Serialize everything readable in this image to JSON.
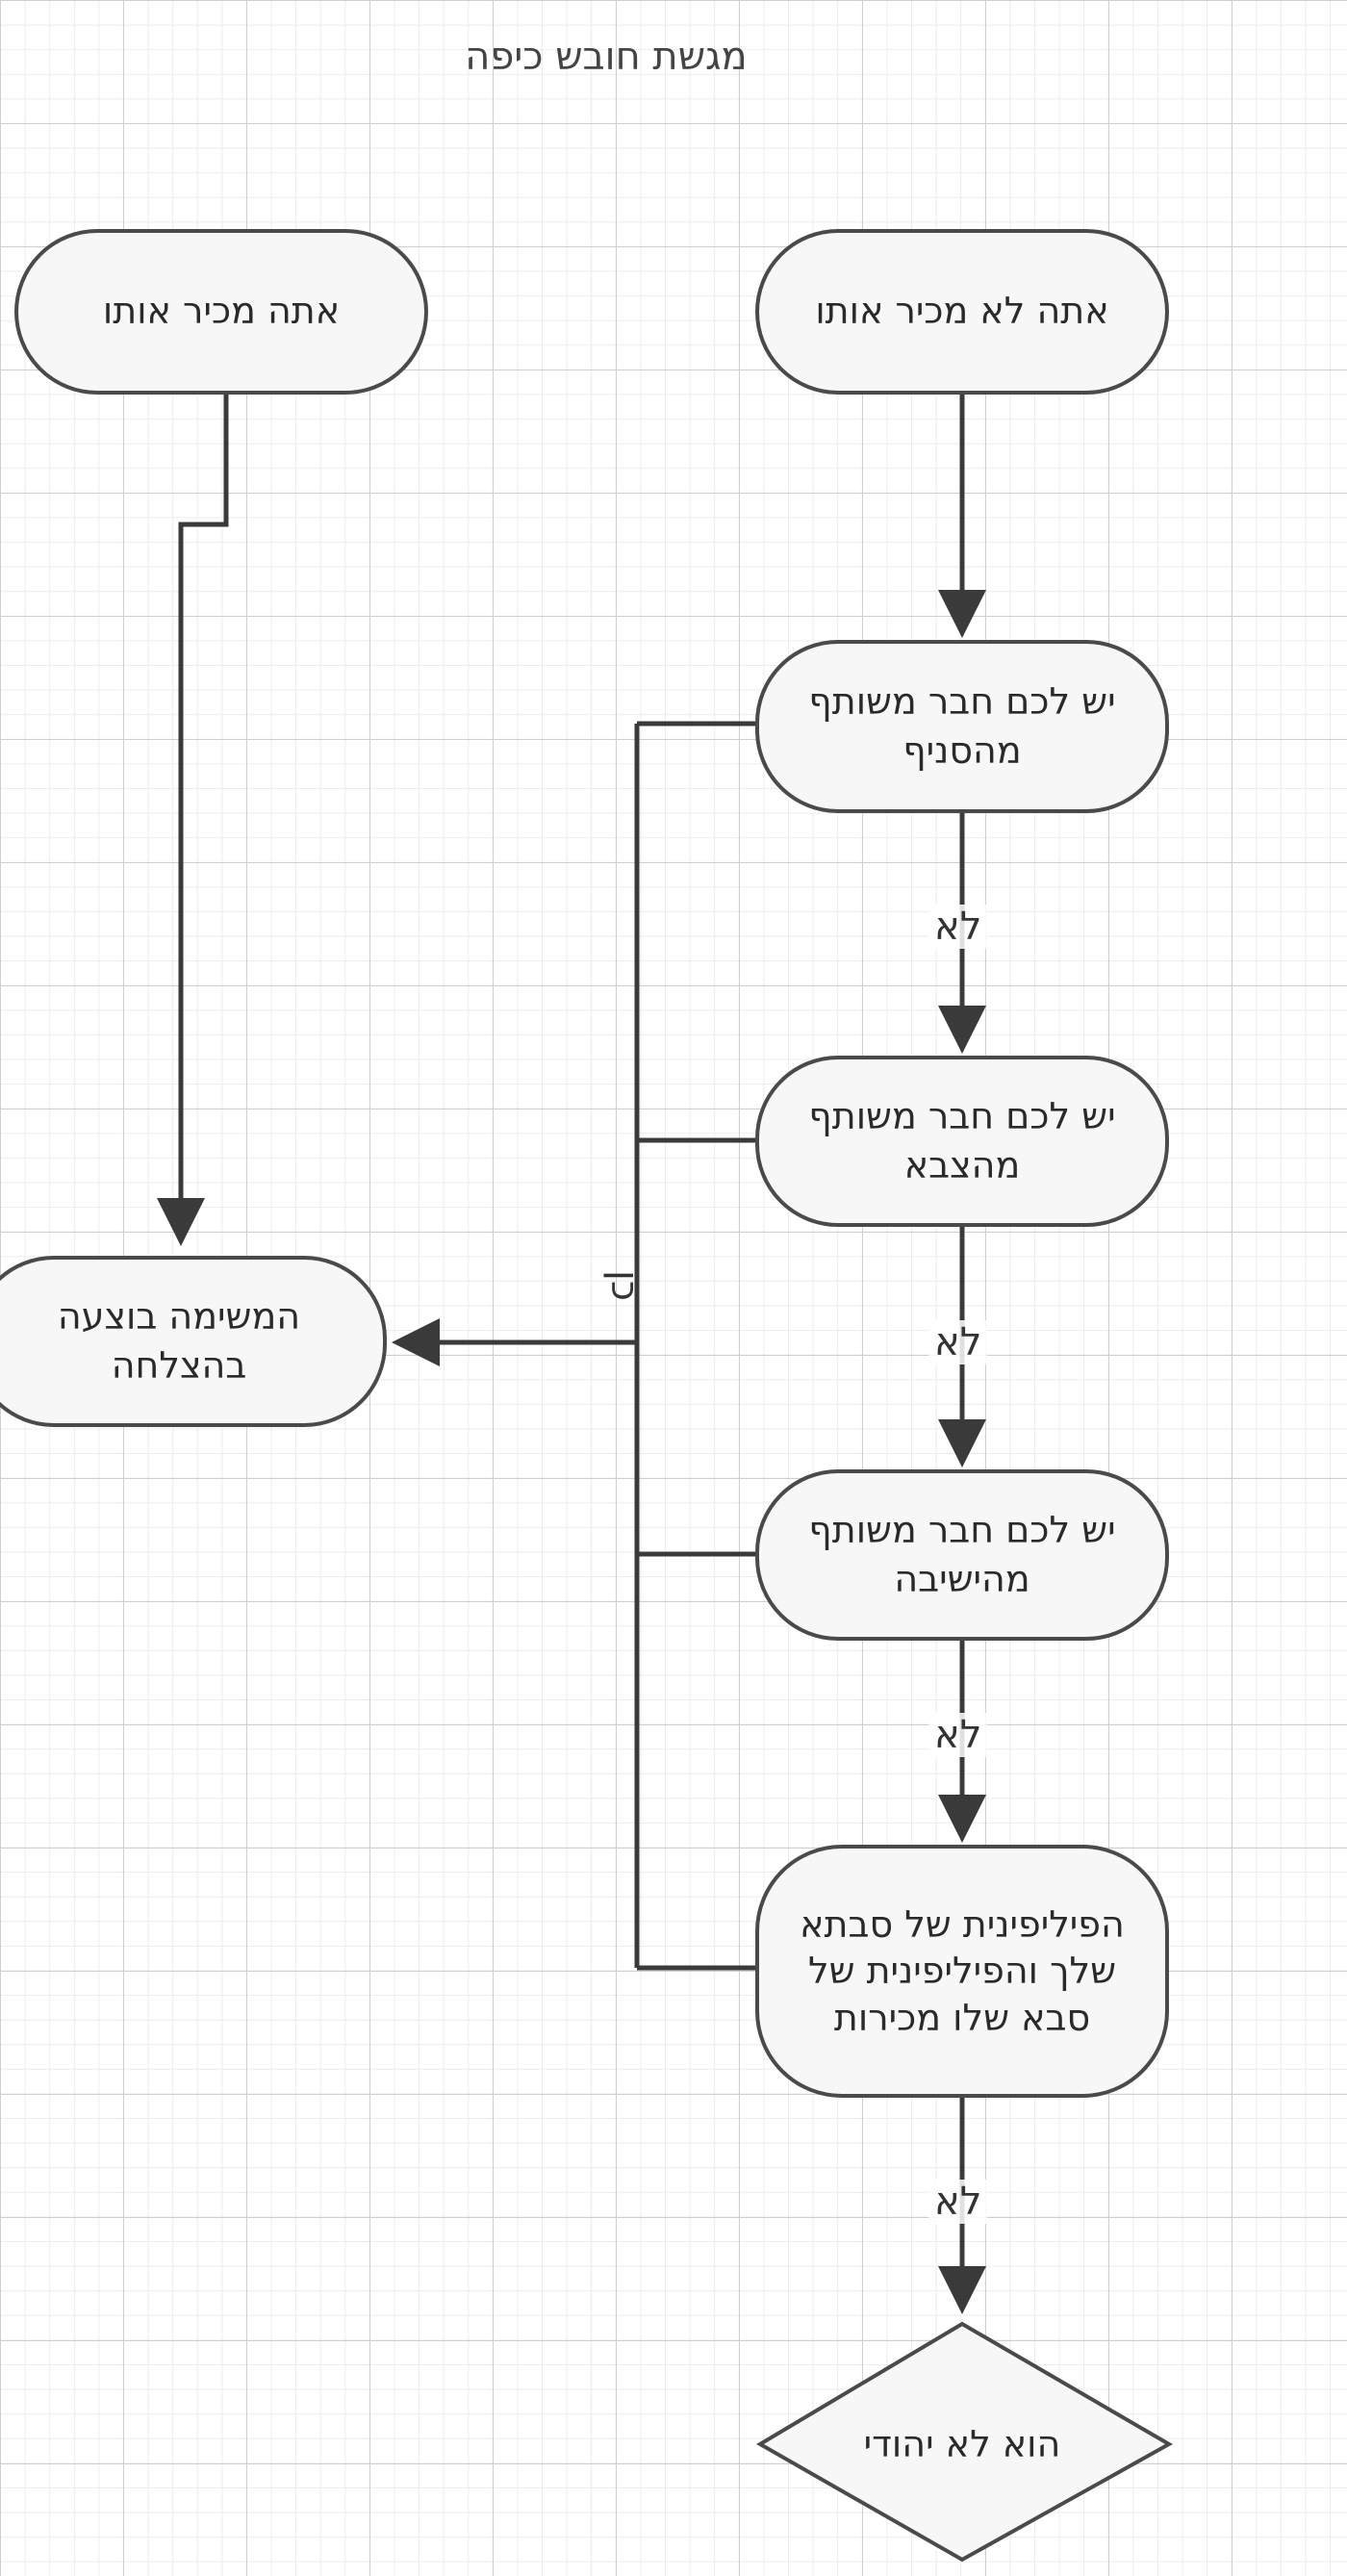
{
  "diagram": {
    "title": "מגשת חובש כיפה",
    "nodes": {
      "know_him": "אתה מכיר אותו",
      "dont_know_him": "אתה לא מכיר אותו",
      "mutual_friend_branch": "יש לכם חבר משותף מהסניף",
      "mutual_friend_army": "יש לכם חבר משותף מהצבא",
      "mutual_friend_yeshiva": "יש לכם חבר משותף מהישיבה",
      "grandmas_know": "הפיליפינית של סבתא שלך והפיליפינית של סבא שלו מכירות",
      "mission_success": "המשימה בוצעה בהצלחה",
      "not_jewish": "הוא לא יהודי"
    },
    "edge_labels": {
      "no_1": "לא",
      "no_2": "לא",
      "no_3": "לא",
      "no_4": "לא",
      "yes": "כן"
    },
    "colors": {
      "line": "#3a3a3a",
      "node_fill": "#f7f7f7",
      "node_border": "#4a4a4a",
      "grid": "#cfcfcf"
    }
  }
}
